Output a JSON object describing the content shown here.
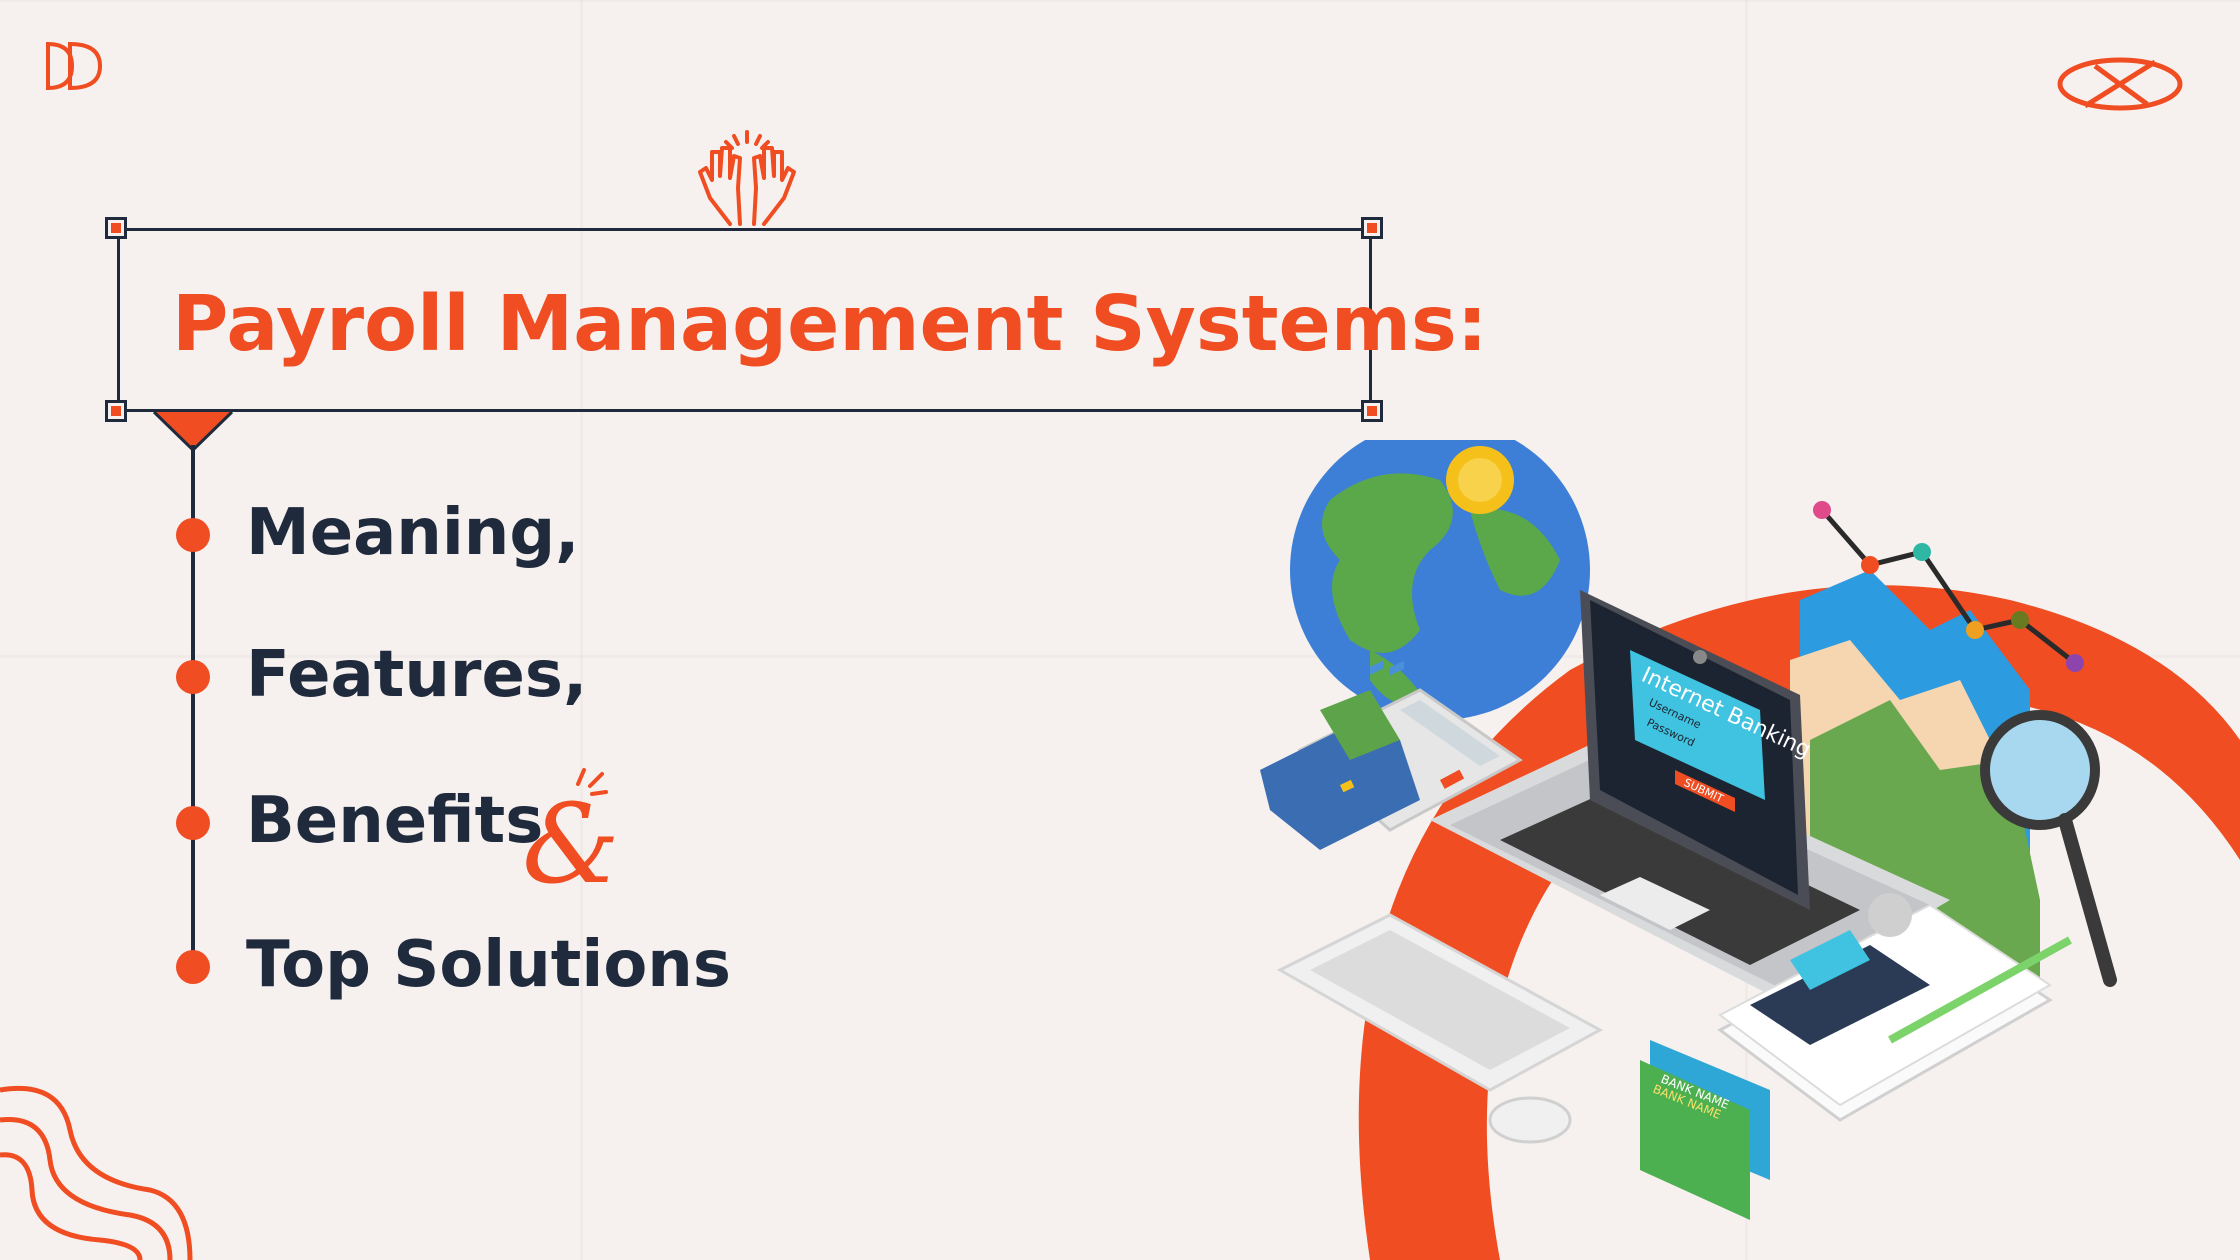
{
  "title": "Payroll Management Systems:",
  "items": [
    {
      "label": "Meaning,"
    },
    {
      "label": "Features,"
    },
    {
      "label": "Benefits"
    },
    {
      "label": "Top Solutions"
    }
  ],
  "connector": "&",
  "colors": {
    "accent": "#f04d22",
    "ink": "#1f2a3d",
    "background": "#f6f1ee"
  },
  "illustration": {
    "screen_title": "Internet Banking",
    "screen_fields": [
      "Username",
      "Password"
    ],
    "screen_button": "SUBMIT",
    "card_text": [
      "BANK NAME",
      "BANK NAME"
    ]
  }
}
